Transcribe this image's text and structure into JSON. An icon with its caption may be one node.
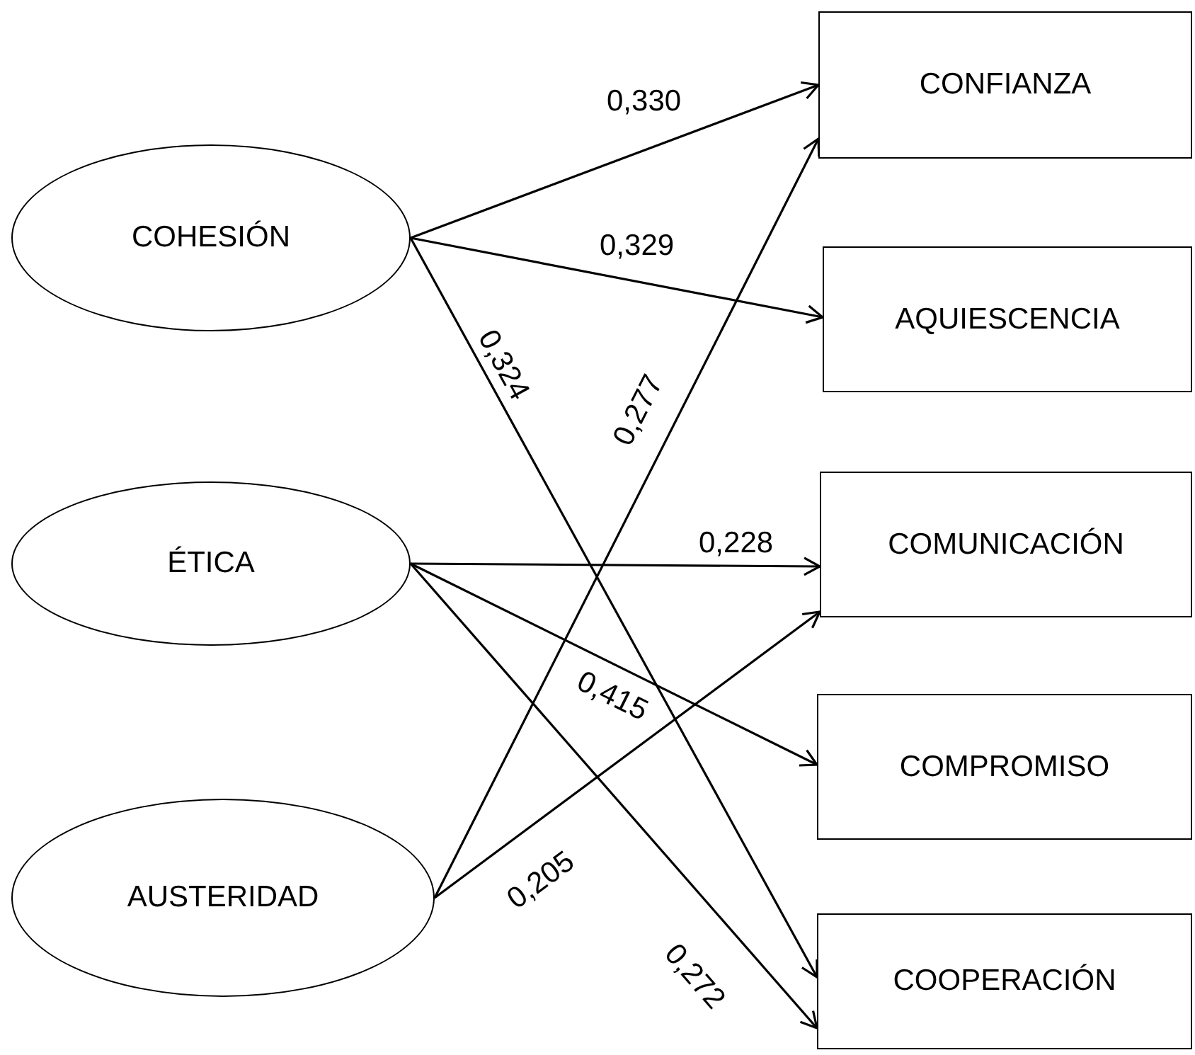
{
  "diagram": {
    "nodes": [
      {
        "text": [
          "COHESIÓN"
        ]
      },
      {
        "text": [
          "ÉTICA"
        ]
      },
      {
        "text": [
          "AUSTERIDAD"
        ]
      },
      {
        "text": [
          "CONFIANZA"
        ]
      },
      {
        "text": [
          "AQUIESCENCIA"
        ]
      },
      {
        "text": [
          "COMUNICACIÓN"
        ]
      },
      {
        "text": [
          "COMPROMISO"
        ]
      },
      {
        "text": [
          "COOPERACIÓN"
        ]
      }
    ],
    "edges": [
      {
        "from": 0,
        "to": 3,
        "arrow": "to",
        "label": "0,330"
      },
      {
        "from": 0,
        "to": 4,
        "arrow": "to",
        "label": "0,329"
      },
      {
        "from": 0,
        "to": 7,
        "arrow": "to",
        "label": "0,324"
      },
      {
        "from": 2,
        "to": 3,
        "arrow": "to",
        "label": "0,277"
      },
      {
        "from": 1,
        "to": 5,
        "arrow": "to",
        "label": "0,228"
      },
      {
        "from": 1,
        "to": 6,
        "arrow": "to",
        "label": "0,415"
      },
      {
        "from": 2,
        "to": 5,
        "arrow": "to",
        "label": "0,205"
      },
      {
        "from": 1,
        "to": 7,
        "arrow": "to",
        "label": "0,272"
      }
    ]
  }
}
